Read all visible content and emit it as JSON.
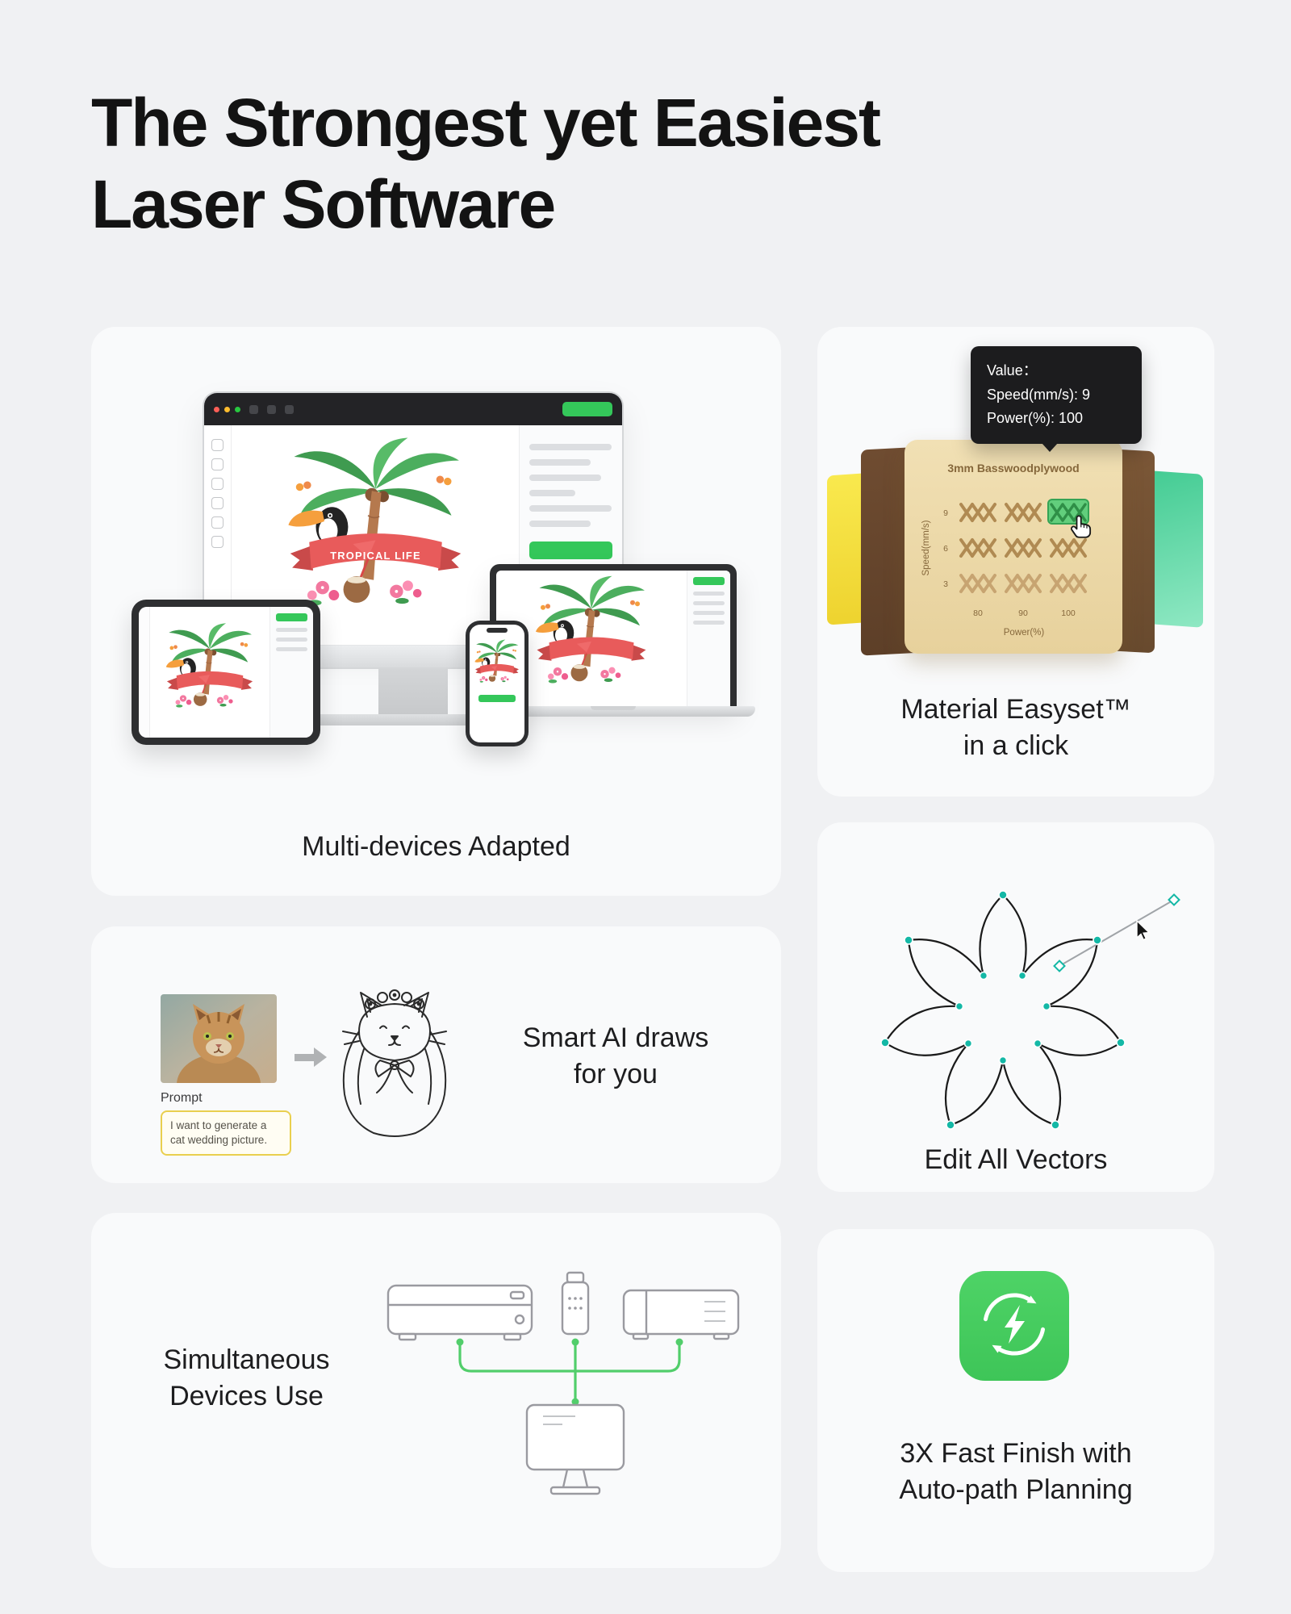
{
  "heading": {
    "line1": "The Strongest yet Easiest",
    "line2": "Laser Software"
  },
  "multi_devices": {
    "caption": "Multi-devices Adapted",
    "banner_text": "TROPICAL LIFE"
  },
  "material_easyset": {
    "caption_line1": "Material Easyset™",
    "caption_line2": "in a click",
    "tooltip_title": "Value：",
    "tooltip_speed": "Speed(mm/s): 9",
    "tooltip_power": "Power(%): 100",
    "board_title": "3mm Basswoodplywood",
    "y_axis_label": "Speed(mm/s)",
    "x_axis_label": "Power(%)",
    "speed_ticks": [
      "9",
      "6",
      "3"
    ],
    "power_ticks": [
      "80",
      "90",
      "100"
    ]
  },
  "smart_ai": {
    "caption_line1": "Smart AI draws",
    "caption_line2": "for you",
    "prompt_label": "Prompt",
    "prompt_text": "I want to generate a cat wedding picture."
  },
  "edit_vectors": {
    "caption": "Edit All Vectors"
  },
  "simultaneous": {
    "caption_line1": "Simultaneous",
    "caption_line2": "Devices Use"
  },
  "fast_finish": {
    "caption_line1": "3X Fast Finish with",
    "caption_line2": "Auto-path Planning"
  },
  "colors": {
    "page_bg": "#f0f1f3",
    "card_bg": "#f9fafb",
    "accent_green": "#34c75a",
    "connector_green": "#52ce6b",
    "anchor_teal": "#14b8a6",
    "tooltip_bg": "#1c1c1e",
    "wood": "#eedcae",
    "banner_red": "#e85b5b"
  }
}
